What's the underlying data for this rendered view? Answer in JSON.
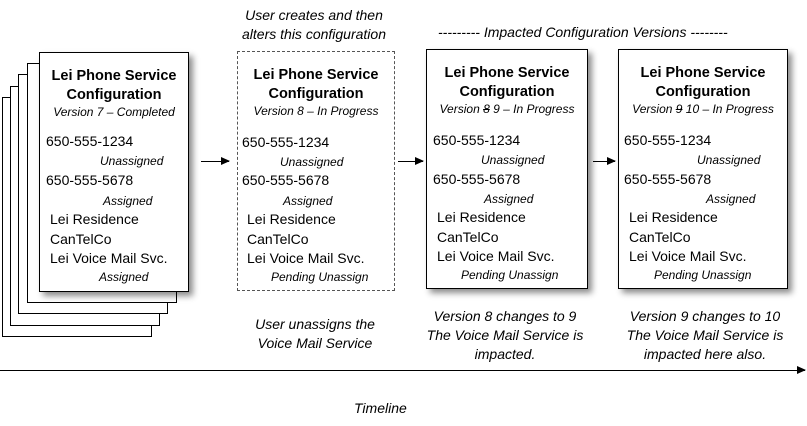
{
  "header": {
    "top_note": [
      "User creates and then",
      "alters this configuration"
    ],
    "impacted_header": "--------- Impacted Configuration Versions --------"
  },
  "cards": [
    {
      "title": [
        "Lei Phone Service",
        "Configuration"
      ],
      "version": "Version 7 – Completed",
      "lines": [
        {
          "text": "650-555-1234",
          "status": "Unassigned"
        },
        {
          "text": "650-555-5678",
          "status": "Assigned"
        },
        {
          "text": "Lei Residence"
        },
        {
          "text": "CanTelCo"
        },
        {
          "text": "Lei Voice Mail Svc.",
          "status": "Assigned"
        }
      ]
    },
    {
      "title": [
        "Lei Phone Service",
        "Configuration"
      ],
      "version": "Version 8 – In Progress",
      "lines": [
        {
          "text": "650-555-1234",
          "status": "Unassigned"
        },
        {
          "text": "650-555-5678",
          "status": "Assigned"
        },
        {
          "text": "Lei Residence"
        },
        {
          "text": "CanTelCo"
        },
        {
          "text": "Lei Voice Mail Svc.",
          "status": "Pending Unassign"
        }
      ]
    },
    {
      "title": [
        "Lei Phone Service",
        "Configuration"
      ],
      "version_prefix": "Version ",
      "version_struck": "8",
      "version_suffix": " 9 – In Progress",
      "lines": [
        {
          "text": "650-555-1234",
          "status": "Unassigned"
        },
        {
          "text": "650-555-5678",
          "status": "Assigned"
        },
        {
          "text": "Lei Residence"
        },
        {
          "text": "CanTelCo"
        },
        {
          "text": "Lei Voice Mail Svc.",
          "status": "Pending Unassign"
        }
      ]
    },
    {
      "title": [
        "Lei Phone Service",
        "Configuration"
      ],
      "version_prefix": "Version ",
      "version_struck": "9",
      "version_suffix": " 10 – In Progress",
      "lines": [
        {
          "text": "650-555-1234",
          "status": "Unassigned"
        },
        {
          "text": "650-555-5678",
          "status": "Assigned"
        },
        {
          "text": "Lei Residence"
        },
        {
          "text": "CanTelCo"
        },
        {
          "text": "Lei Voice Mail Svc.",
          "status": "Pending Unassign"
        }
      ]
    }
  ],
  "notes": {
    "user_unassigns": [
      "User unassigns the",
      "Voice Mail Service"
    ],
    "v8_to_9": [
      "Version 8 changes to 9",
      "The Voice Mail Service is",
      "impacted."
    ],
    "v9_to_10": [
      "Version 9 changes to 10",
      "The Voice Mail Service is",
      "impacted here also."
    ]
  },
  "timeline_label": "Timeline"
}
